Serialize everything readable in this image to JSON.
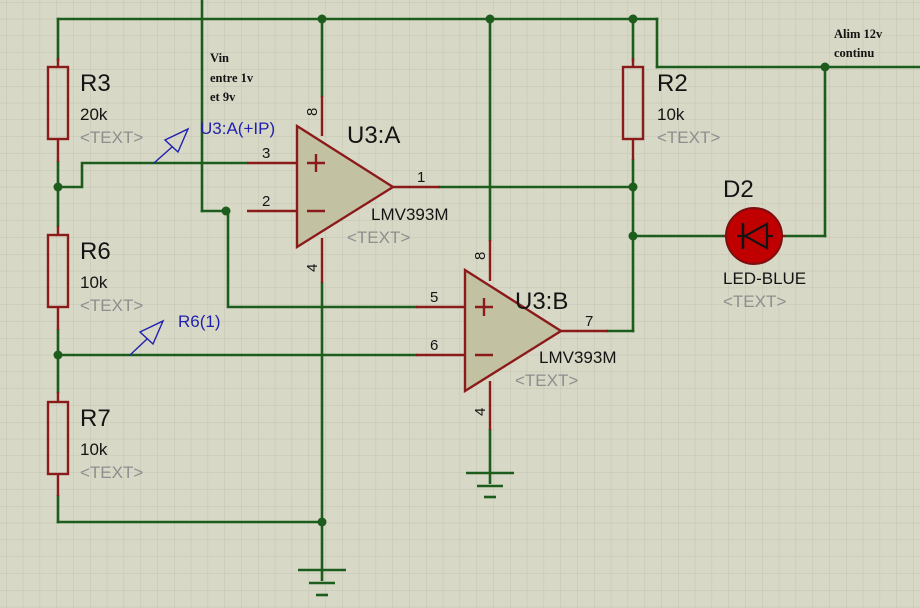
{
  "colors": {
    "background": "#d8d8c7",
    "grid": "#c3c3b1",
    "wire": "#1c5c1c",
    "component": "#8b1a1a",
    "opamp_fill": "#c2c2a2",
    "probe": "#1f1fb0",
    "led_fill": "#c00000",
    "placeholder_text": "#8e8e8e"
  },
  "resistors": {
    "r3": {
      "ref": "R3",
      "value": "20k",
      "text": "<TEXT>"
    },
    "r6": {
      "ref": "R6",
      "value": "10k",
      "text": "<TEXT>"
    },
    "r7": {
      "ref": "R7",
      "value": "10k",
      "text": "<TEXT>"
    },
    "r2": {
      "ref": "R2",
      "value": "10k",
      "text": "<TEXT>"
    }
  },
  "opamps": {
    "u3a": {
      "ref": "U3:A",
      "part": "LMV393M",
      "text": "<TEXT>",
      "pin_noninv": "3",
      "pin_inv": "2",
      "pin_out": "1",
      "pin_vcc": "8",
      "pin_gnd": "4"
    },
    "u3b": {
      "ref": "U3:B",
      "part": "LMV393M",
      "text": "<TEXT>",
      "pin_noninv": "5",
      "pin_inv": "6",
      "pin_out": "7",
      "pin_vcc": "8",
      "pin_gnd": "4"
    }
  },
  "led": {
    "ref": "D2",
    "part": "LED-BLUE",
    "text": "<TEXT>",
    "icon": "led-diode-icon"
  },
  "probes": {
    "probe1": "U3:A(+IP)",
    "probe2": "R6(1)"
  },
  "notes": {
    "vin": [
      "Vin",
      "entre 1v",
      "et 9v"
    ],
    "supply": [
      "Alim 12v",
      "continu"
    ]
  },
  "icons": [
    "ground-icon",
    "resistor-icon",
    "comparator-icon",
    "led-diode-icon",
    "probe-arrow-icon",
    "junction-dot-icon"
  ]
}
